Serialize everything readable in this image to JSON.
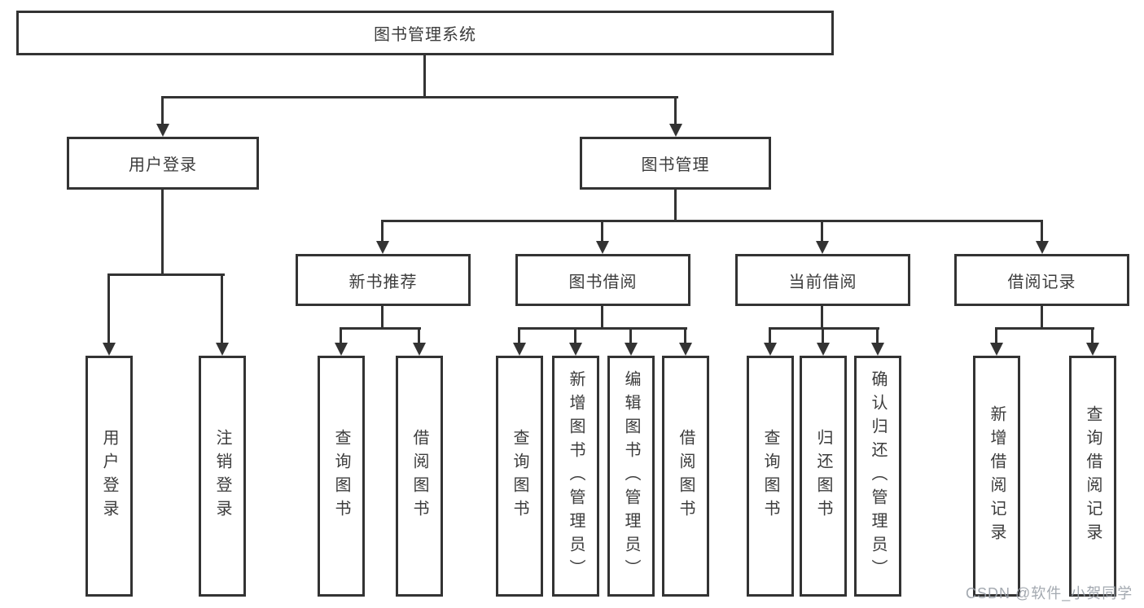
{
  "diagram": {
    "root": {
      "label": "图书管理系统"
    },
    "branches": [
      {
        "label": "用户登录",
        "children": [
          {
            "label": "用户登录"
          },
          {
            "label": "注销登录"
          }
        ]
      },
      {
        "label": "图书管理",
        "groups": [
          {
            "label": "新书推荐",
            "children": [
              {
                "label": "查询图书"
              },
              {
                "label": "借阅图书"
              }
            ]
          },
          {
            "label": "图书借阅",
            "children": [
              {
                "label": "查询图书"
              },
              {
                "label": "新增图书（管理员）"
              },
              {
                "label": "编辑图书（管理员）"
              },
              {
                "label": "借阅图书"
              }
            ]
          },
          {
            "label": "当前借阅",
            "children": [
              {
                "label": "查询图书"
              },
              {
                "label": "归还图书"
              },
              {
                "label": "确认归还（管理员）"
              }
            ]
          },
          {
            "label": "借阅记录",
            "children": [
              {
                "label": "新增借阅记录"
              },
              {
                "label": "查询借阅记录"
              }
            ]
          }
        ]
      }
    ]
  },
  "watermark": {
    "text": "CSDN @软件_小贺同学"
  },
  "colors": {
    "line": "#333333",
    "text": "#3c3c3c",
    "background": "#ffffff",
    "watermark": "#9aa0a8"
  }
}
